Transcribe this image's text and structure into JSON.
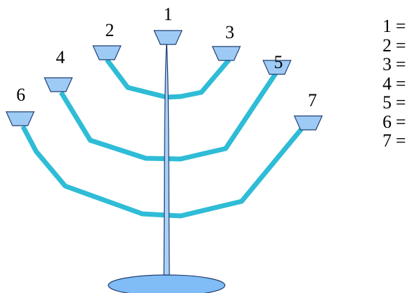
{
  "colors": {
    "branch": "#2fbcd6",
    "cup_fill": "#9ecbf5",
    "cup_stroke": "#1f3d70",
    "stem_fill": "#a9d0f6",
    "base_fill": "#80bcf5"
  },
  "cups": [
    {
      "label": "1"
    },
    {
      "label": "2"
    },
    {
      "label": "3"
    },
    {
      "label": "4"
    },
    {
      "label": "5"
    },
    {
      "label": "6"
    },
    {
      "label": "7"
    }
  ],
  "legend": [
    {
      "num": "1",
      "sign": "="
    },
    {
      "num": "2",
      "sign": "="
    },
    {
      "num": "3",
      "sign": "="
    },
    {
      "num": "4",
      "sign": "="
    },
    {
      "num": "5",
      "sign": "="
    },
    {
      "num": "6",
      "sign": "="
    },
    {
      "num": "7",
      "sign": "="
    }
  ]
}
